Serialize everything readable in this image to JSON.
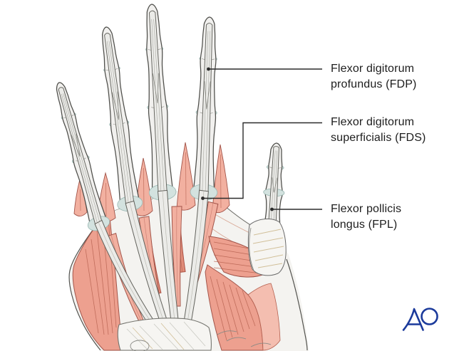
{
  "labels": [
    {
      "id": "fdp",
      "line1": "Flexor digitorum",
      "line2": "profundus (FDP)"
    },
    {
      "id": "fds",
      "line1": "Flexor digitorum",
      "line2": "superficialis (FDS)"
    },
    {
      "id": "fpl",
      "line1": "Flexor pollicis",
      "line2": "longus (FPL)"
    }
  ],
  "logo": {
    "text": "AO",
    "color": "#1b3a9b"
  },
  "colors": {
    "background": "#ffffff",
    "text": "#1d1d1d",
    "leader_line": "#2b2b2b",
    "bone_fill": "#f1f0ee",
    "palm_fill": "#f4f3f0",
    "outline": "#4d4d49",
    "tendon_fill": "#ebebe8",
    "tendon_edge": "#62625c",
    "capsule_fill": "#d3e2df",
    "capsule_edge": "#9ab7b2",
    "muscle_light": "#f2b0a0",
    "muscle_mid": "#eda08f",
    "muscle_deep": "#e08d7a",
    "muscle_edge": "#a3554a",
    "muscle_striation": "#b5604f",
    "sheath_hatch": "#cdb98e",
    "retinaculum_hatch": "#c9c9c2"
  }
}
